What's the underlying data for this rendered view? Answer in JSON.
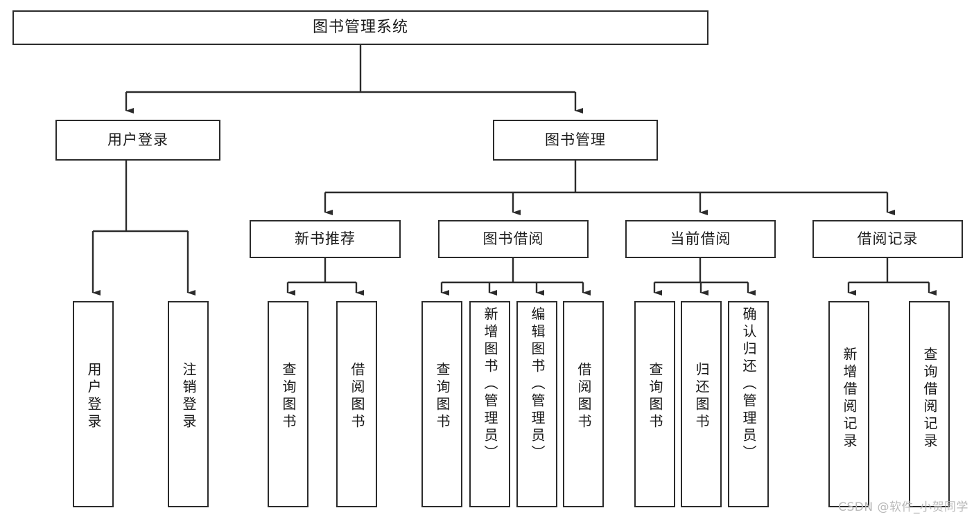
{
  "diagram": {
    "title": "图书管理系统",
    "type": "tree-hierarchy",
    "root": {
      "label": "图书管理系统"
    },
    "level2": [
      {
        "label": "用户登录"
      },
      {
        "label": "图书管理"
      }
    ],
    "level3": [
      {
        "label": "新书推荐"
      },
      {
        "label": "图书借阅"
      },
      {
        "label": "当前借阅"
      },
      {
        "label": "借阅记录"
      }
    ],
    "leaves": {
      "user_login": [
        {
          "label": "用户登录"
        },
        {
          "label": "注销登录"
        }
      ],
      "new_book_recommend": [
        {
          "label": "查询图书"
        },
        {
          "label": "借阅图书"
        }
      ],
      "book_borrow": [
        {
          "label": "查询图书"
        },
        {
          "label": "新增图书（管理员）"
        },
        {
          "label": "编辑图书（管理员）"
        },
        {
          "label": "借阅图书"
        }
      ],
      "current_borrow": [
        {
          "label": "查询图书"
        },
        {
          "label": "归还图书"
        },
        {
          "label": "确认归还（管理员）"
        }
      ],
      "borrow_record": [
        {
          "label": "新增借阅记录"
        },
        {
          "label": "查询借阅记录"
        }
      ]
    }
  },
  "watermark": {
    "text": "CSDN @软件_小贺同学"
  },
  "colors": {
    "stroke": "#2b2b2b",
    "background": "#ffffff",
    "text": "#1a1a1a",
    "watermark": "#b9b9b9"
  }
}
